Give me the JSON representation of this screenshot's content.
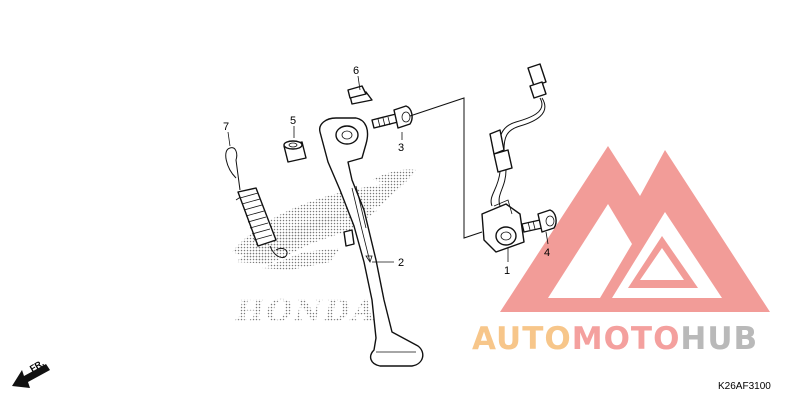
{
  "diagram": {
    "callouts": [
      {
        "id": "c1",
        "label": "1"
      },
      {
        "id": "c2",
        "label": "2"
      },
      {
        "id": "c3",
        "label": "3"
      },
      {
        "id": "c4",
        "label": "4"
      },
      {
        "id": "c5",
        "label": "5"
      },
      {
        "id": "c6",
        "label": "6"
      },
      {
        "id": "c7",
        "label": "7"
      }
    ],
    "direction_marker": "FR.",
    "figure_code": "K26AF3100",
    "background_logo_text": "HONDA"
  },
  "watermark": {
    "part1": "AUTO",
    "part2": "MOTO",
    "part3": "HUB",
    "colors": {
      "auto": "#f7c68a",
      "moto": "#f4a09e",
      "hub": "#b9b9b9",
      "triangle": "#f08b87"
    }
  }
}
